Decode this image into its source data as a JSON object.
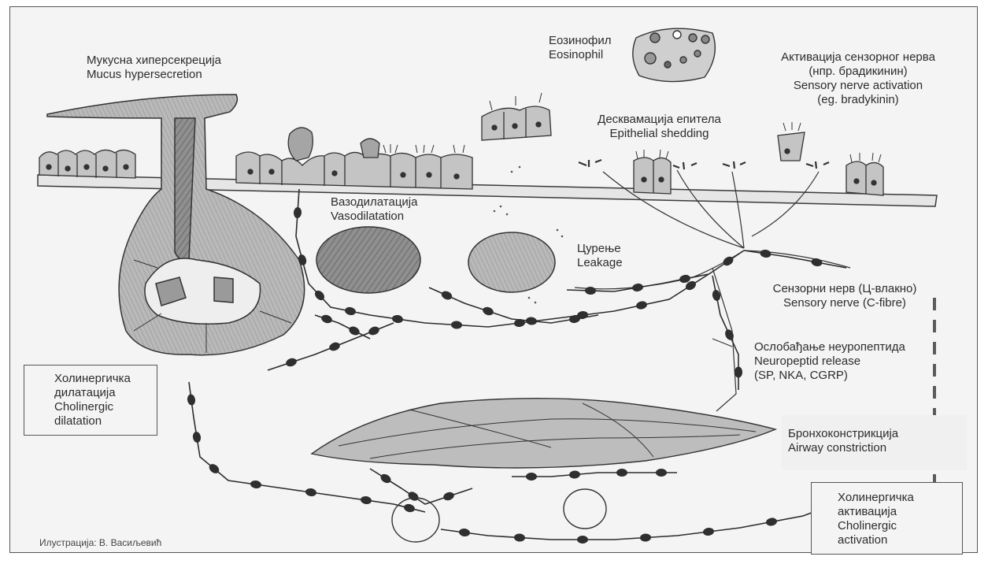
{
  "labels": {
    "mucus": {
      "sr": "Мукусна хиперсекреција",
      "en": "Mucus hypersecretion"
    },
    "eosinophil": {
      "sr": "Еозинофил",
      "en": "Eosinophil"
    },
    "sensory_activation": {
      "sr1": "Активација сензорног нерва",
      "sr2": "(нпр. брадикинин)",
      "en1": "Sensory nerve activation",
      "en2": "(eg. bradykinin)"
    },
    "shedding": {
      "sr": "Десквамација епитела",
      "en": "Epithelial shedding"
    },
    "vasodilatation": {
      "sr": "Вазодилатација",
      "en": "Vasodilatation"
    },
    "leakage": {
      "sr": "Цурење",
      "en": "Leakage"
    },
    "sensory_nerve": {
      "sr": "Сензорни нерв (Ц-влакно)",
      "en": "Sensory nerve (C-fibre)"
    },
    "neuropeptide": {
      "sr": "Ослобађање неуропептида",
      "en1": "Neuropeptid release",
      "en2": "(SP, NKA, CGRP)"
    },
    "cholinergic_dilatation": {
      "sr1": "Холинергичка",
      "sr2": "дилатација",
      "en1": "Cholinergic",
      "en2": "dilatation"
    },
    "bronchoconstriction": {
      "sr": "Бронхоконстрикција",
      "en": "Airway constriction"
    },
    "cholinergic_activation": {
      "sr1": "Холинергичка",
      "sr2": "активација",
      "en1": "Cholinergic",
      "en2": "activation"
    }
  },
  "credit": "Илустрација: В. Васиљевић",
  "colors": {
    "ink": "#2c2c2c",
    "shade": "#8a8a8a",
    "light_shade": "#b5b5b5",
    "background": "#f4f4f4"
  }
}
